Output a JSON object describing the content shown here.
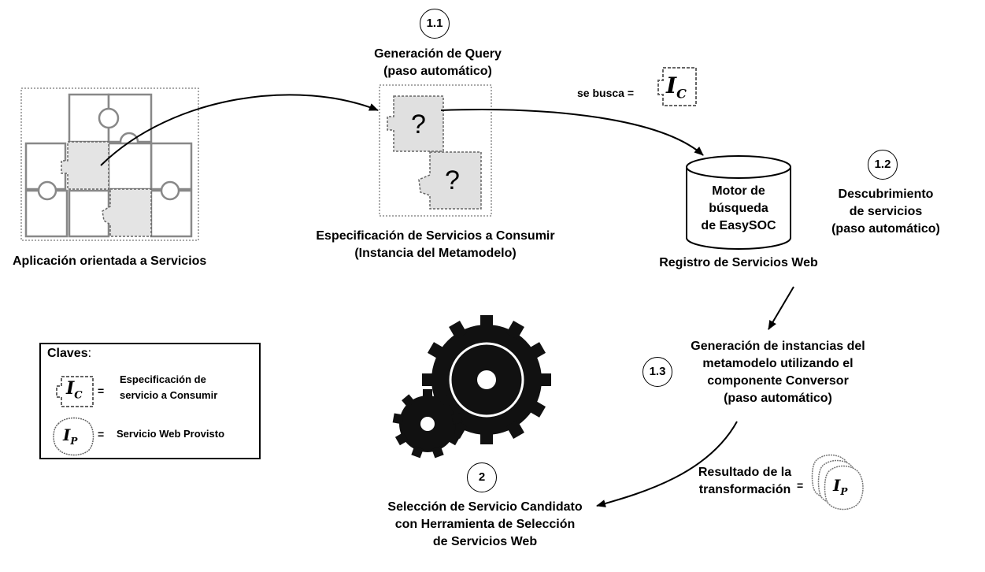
{
  "steps": {
    "s11": {
      "num": "1.1",
      "label": [
        "Generación de Query",
        "(paso automático)"
      ]
    },
    "s12": {
      "num": "1.2",
      "label": [
        "Descubrimiento",
        "de servicios",
        "(paso automático)"
      ]
    },
    "s13": {
      "num": "1.3",
      "label": [
        "Generación de instancias del",
        "metamodelo utilizando el",
        "componente Conversor",
        "(paso automático)"
      ]
    },
    "s2": {
      "num": "2",
      "label": [
        "Selección de Servicio Candidato",
        "con Herramienta de Selección",
        "de Servicios Web"
      ]
    }
  },
  "app_label": "Aplicación orientada a Servicios",
  "spec_label": [
    "Especificación de Servicios a Consumir",
    "(Instancia del Metamodelo)"
  ],
  "search_label": "se busca =",
  "engine_label": [
    "Motor de",
    "búsqueda",
    "de EasySOC"
  ],
  "registry_label": "Registro de Servicios Web",
  "result_label": [
    "Resultado de la",
    "transformación"
  ],
  "result_equals": "=",
  "question_mark": "?",
  "ic_symbol": {
    "main": "I",
    "sub": "C"
  },
  "ip_symbol": {
    "main": "I",
    "sub": "P"
  },
  "legend": {
    "title": "Claves",
    "title_suffix": ":",
    "equals": "=",
    "items": [
      {
        "symbol": "IC",
        "text": [
          "Especificación de",
          "servicio a Consumir"
        ]
      },
      {
        "symbol": "IP",
        "text": [
          "Servicio Web Provisto"
        ]
      }
    ]
  }
}
